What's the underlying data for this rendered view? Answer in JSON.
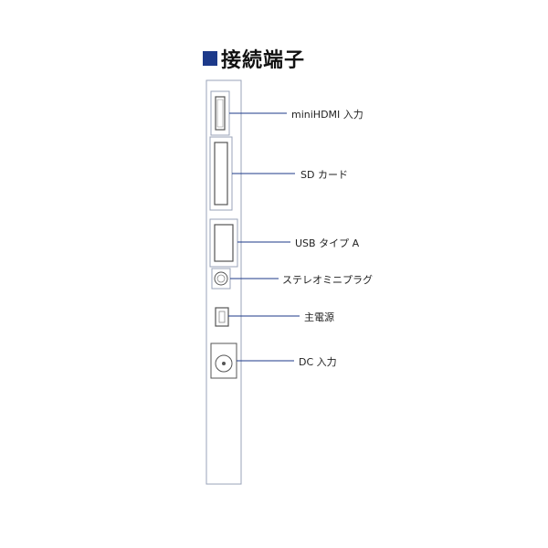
{
  "heading": {
    "title": "接続端子",
    "marker_color": "#1d3a8a"
  },
  "ports": [
    {
      "id": "minihdmi",
      "label": "miniHDMI 入力"
    },
    {
      "id": "sd",
      "label": "SD カード"
    },
    {
      "id": "usb",
      "label": "USB タイプ A"
    },
    {
      "id": "audio",
      "label": "ステレオミニプラグ"
    },
    {
      "id": "power",
      "label": "主電源"
    },
    {
      "id": "dc",
      "label": "DC 入力"
    }
  ],
  "colors": {
    "device_outline": "#9aa3b8",
    "leader_line": "#1d3a8a"
  }
}
